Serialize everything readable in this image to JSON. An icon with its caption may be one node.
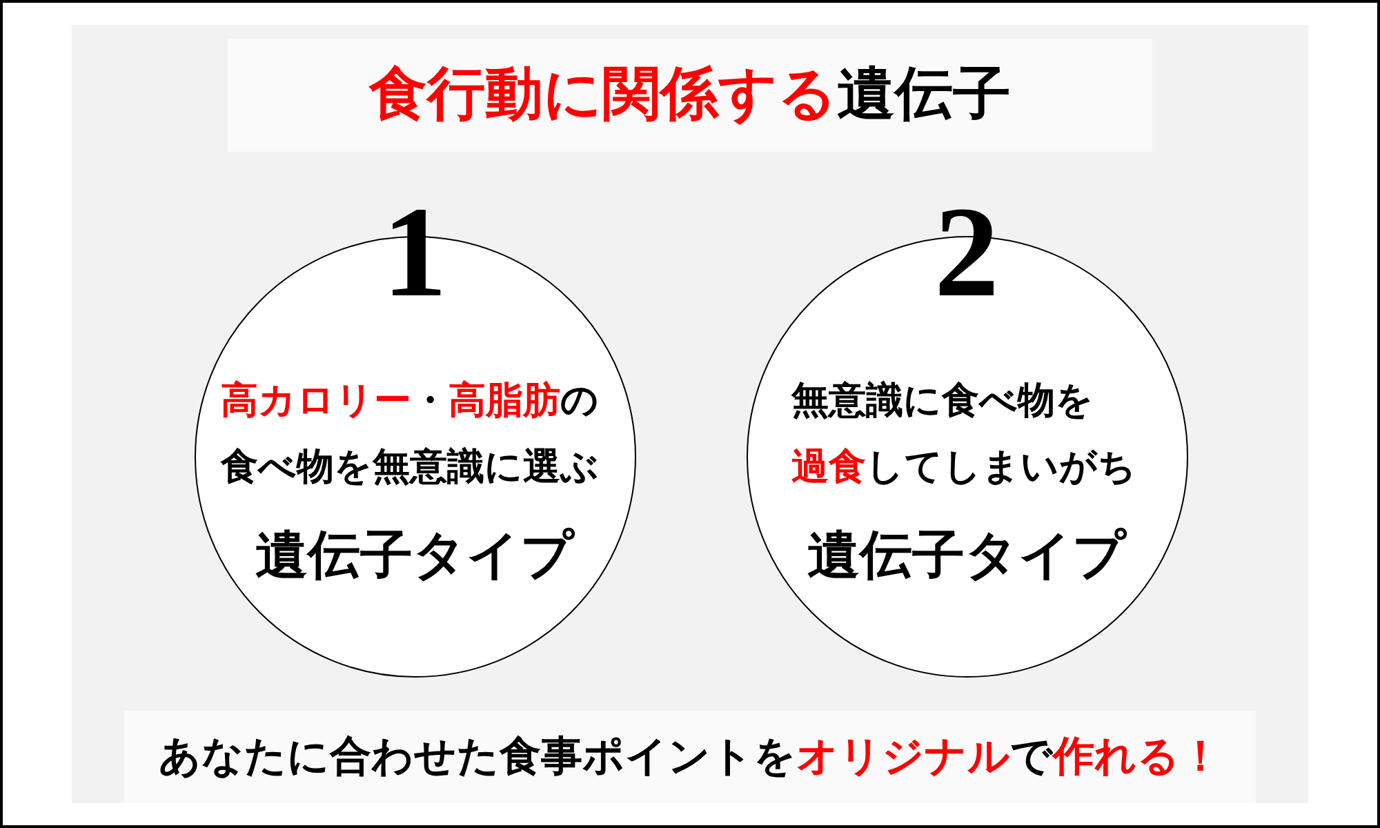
{
  "diagram": {
    "nodes": [
      {
        "text": [
          "**食行動に関係する**遺伝子"
        ]
      },
      {
        "text": [
          "1",
          "**高カロリー**・**高脂肪**の食べ物を無意識に選ぶ",
          "遺伝子タイプ"
        ]
      },
      {
        "text": [
          "2",
          "無意識に食べ物を**過食**してしまいがち",
          "遺伝子タイプ"
        ]
      },
      {
        "text": [
          "あなたに合わせた食事ポイントを**オリジナル**で**作れる！**"
        ]
      }
    ]
  }
}
